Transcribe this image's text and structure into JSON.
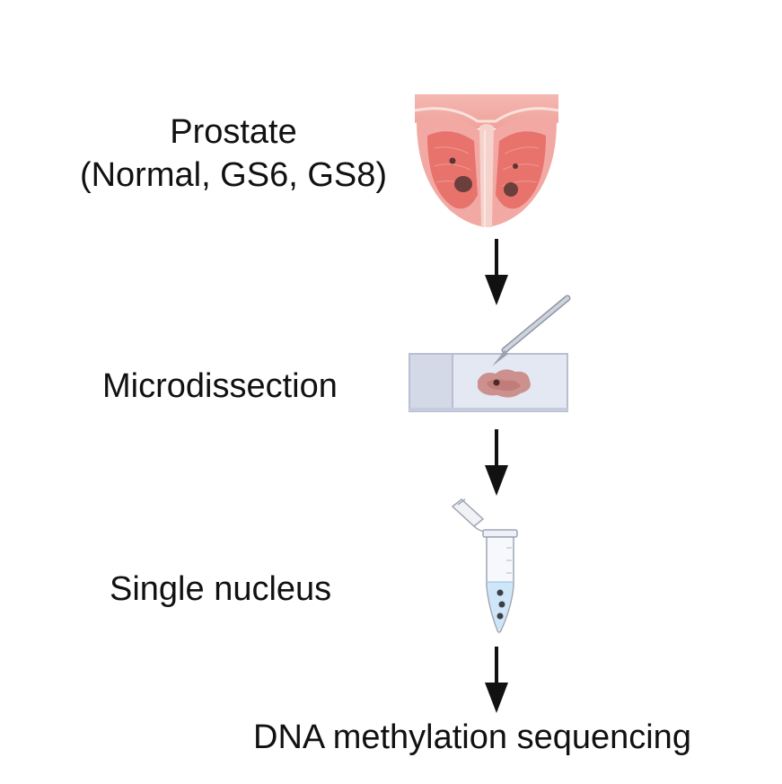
{
  "steps": {
    "prostate": {
      "title": "Prostate",
      "subtitle": "(Normal, GS6, GS8)"
    },
    "microdissection": {
      "title": "Microdissection"
    },
    "single_nucleus": {
      "title": "Single nucleus"
    },
    "sequencing": {
      "title": "DNA methylation sequencing"
    }
  },
  "colors": {
    "prostate_outer": "#f2a9a4",
    "prostate_inner": "#e8726c",
    "urethra": "#f6d2cc",
    "lesion": "#6b3f3b",
    "slide": "#dfe3ef",
    "slide_edge": "#b9bfd0",
    "tissue": "#c98783",
    "tube_liquid": "#cfe6f8",
    "arrow": "#111111"
  }
}
